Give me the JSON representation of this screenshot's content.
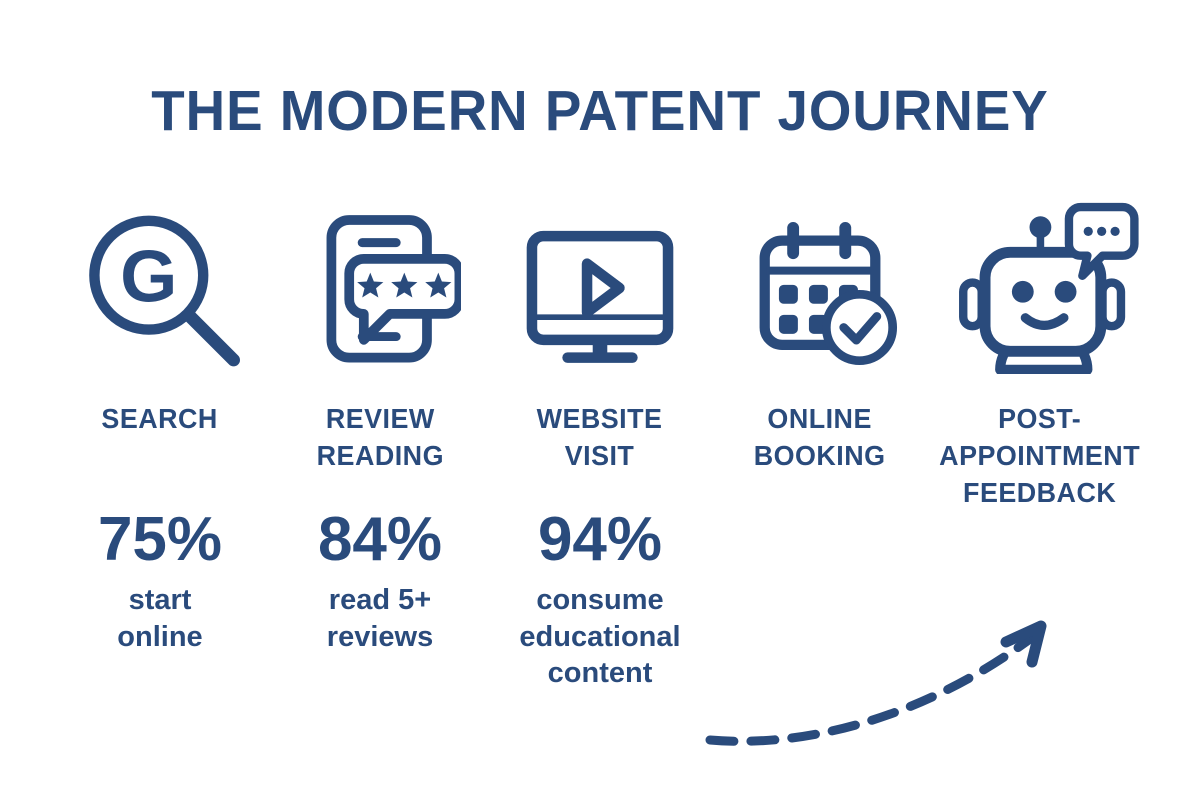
{
  "title": "THE MODERN PATENT JOURNEY",
  "colors": {
    "ink": "#2a4b7c",
    "background": "#ffffff"
  },
  "search_icon_letter": "G",
  "stages": [
    {
      "icon": "google-search-icon",
      "label_lines": [
        "SEARCH"
      ],
      "stat_value": "75%",
      "stat_lines": [
        "start",
        "online"
      ]
    },
    {
      "icon": "phone-review-stars-icon",
      "label_lines": [
        "REVIEW",
        "READING"
      ],
      "stat_value": "84%",
      "stat_lines": [
        "read 5+",
        "reviews"
      ]
    },
    {
      "icon": "monitor-play-video-icon",
      "label_lines": [
        "WEBSITE",
        "VISIT"
      ],
      "stat_value": "94%",
      "stat_lines": [
        "consume",
        "educational",
        "content"
      ]
    },
    {
      "icon": "calendar-check-icon",
      "label_lines": [
        "ONLINE",
        "BOOKING"
      ]
    },
    {
      "icon": "chatbot-speech-bubble-icon",
      "label_lines": [
        "POST-",
        "APPOINTMENT",
        "FEEDBACK"
      ]
    }
  ]
}
